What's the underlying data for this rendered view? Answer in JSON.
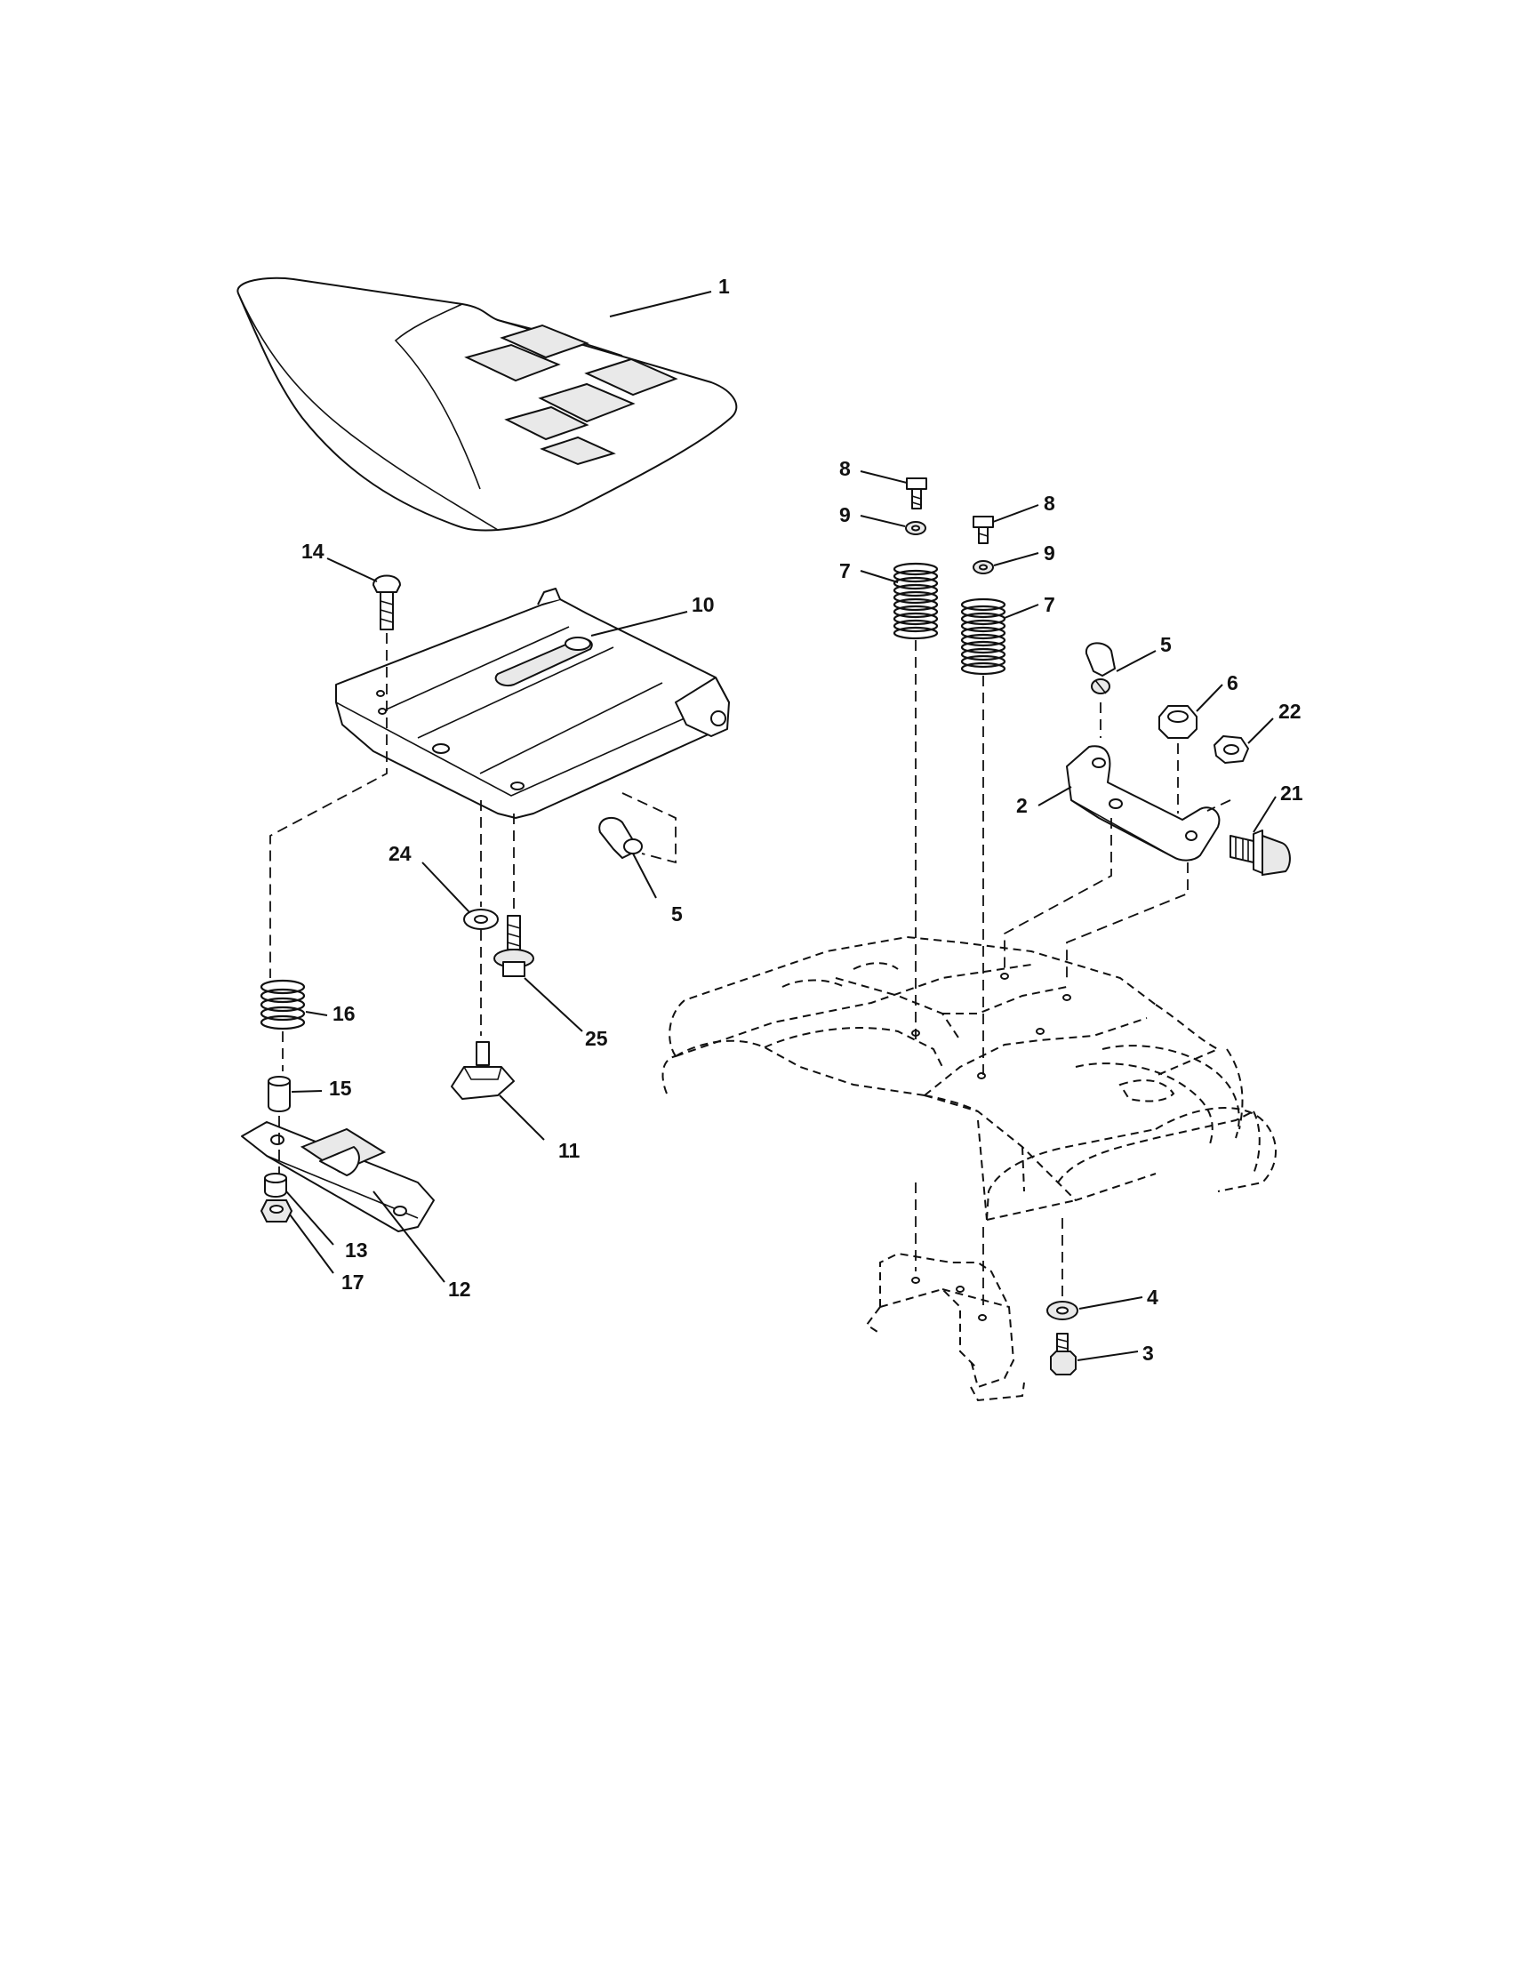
{
  "callouts": [
    {
      "id": "c1",
      "text": "1"
    },
    {
      "id": "c2",
      "text": "2"
    },
    {
      "id": "c3",
      "text": "3"
    },
    {
      "id": "c4",
      "text": "4"
    },
    {
      "id": "c5a",
      "text": "5"
    },
    {
      "id": "c5b",
      "text": "5"
    },
    {
      "id": "c6",
      "text": "6"
    },
    {
      "id": "c7a",
      "text": "7"
    },
    {
      "id": "c7b",
      "text": "7"
    },
    {
      "id": "c8a",
      "text": "8"
    },
    {
      "id": "c8b",
      "text": "8"
    },
    {
      "id": "c9a",
      "text": "9"
    },
    {
      "id": "c9b",
      "text": "9"
    },
    {
      "id": "c10",
      "text": "10"
    },
    {
      "id": "c11",
      "text": "11"
    },
    {
      "id": "c12",
      "text": "12"
    },
    {
      "id": "c13",
      "text": "13"
    },
    {
      "id": "c14",
      "text": "14"
    },
    {
      "id": "c15",
      "text": "15"
    },
    {
      "id": "c16",
      "text": "16"
    },
    {
      "id": "c17",
      "text": "17"
    },
    {
      "id": "c21",
      "text": "21"
    },
    {
      "id": "c22",
      "text": "22"
    },
    {
      "id": "c24",
      "text": "24"
    },
    {
      "id": "c25",
      "text": "25"
    }
  ]
}
